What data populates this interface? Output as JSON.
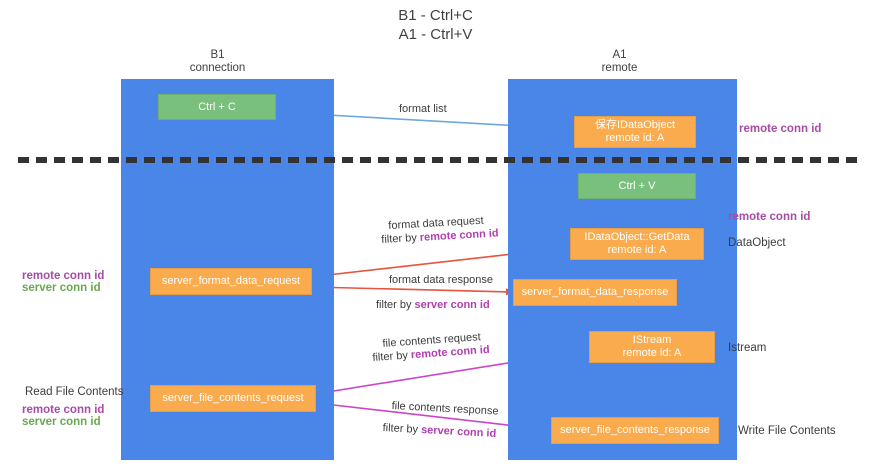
{
  "title": {
    "line1": "B1 - Ctrl+C",
    "line2": "A1 - Ctrl+V"
  },
  "columns": {
    "left": {
      "name": "B1",
      "role": "connection"
    },
    "right": {
      "name": "A1",
      "role": "remote"
    }
  },
  "colors": {
    "lane": "#4a86e8",
    "green_node": "#78c07c",
    "orange_node": "#f9ab4e",
    "remote_conn_id": "#a64ca6",
    "server_conn_id": "#6aa84f",
    "arrow_blue": "#6fa8dc",
    "arrow_red": "#e8543f",
    "arrow_pink": "#cc44cc",
    "arrow_black": "#000000",
    "divider": "#333333"
  },
  "nodes": {
    "ctrl_c": "Ctrl + C",
    "ctrl_v": "Ctrl + V",
    "idataobject": {
      "line1": "保存IDataObject",
      "line2": "remote id: A"
    },
    "idataobject_getdata": {
      "line1": "IDataObject::GetData",
      "line2": "remote id: A"
    },
    "istream": {
      "line1": "IStream",
      "line2": "remote id: A"
    },
    "server_format_data_request": "server_format_data_request",
    "server_format_data_response": "server_format_data_response",
    "server_file_contents_request": "server_file_contents_request",
    "server_file_contents_response": "server_file_contents_response"
  },
  "edges": {
    "format_list": "format list",
    "format_data_request": "format data request",
    "format_data_request_filter_prefix": "filter by ",
    "format_data_request_filter_key": "remote conn id",
    "format_data_response": "format data response",
    "format_data_response_filter_prefix": "filter by ",
    "format_data_response_filter_key": "server conn id",
    "file_contents_request": "file contents request",
    "file_contents_request_filter_prefix": "filter by ",
    "file_contents_request_filter_key": "remote conn id",
    "file_contents_response": "file contents response",
    "file_contents_response_filter_prefix": "filter by ",
    "file_contents_response_filter_key": "server conn id"
  },
  "annotations": {
    "right_top_remote_conn_id": "remote conn id",
    "right_mid_remote_conn_id": "remote conn id",
    "dataobject": "DataObject",
    "istream": "Istream",
    "write_file_contents": "Write File Contents",
    "read_file_contents": "Read File Contents",
    "left_remote_conn_id": "remote conn id",
    "left_server_conn_id": "server conn id",
    "left_bottom_remote_conn_id": "remote conn id",
    "left_bottom_server_conn_id": "server conn id"
  }
}
